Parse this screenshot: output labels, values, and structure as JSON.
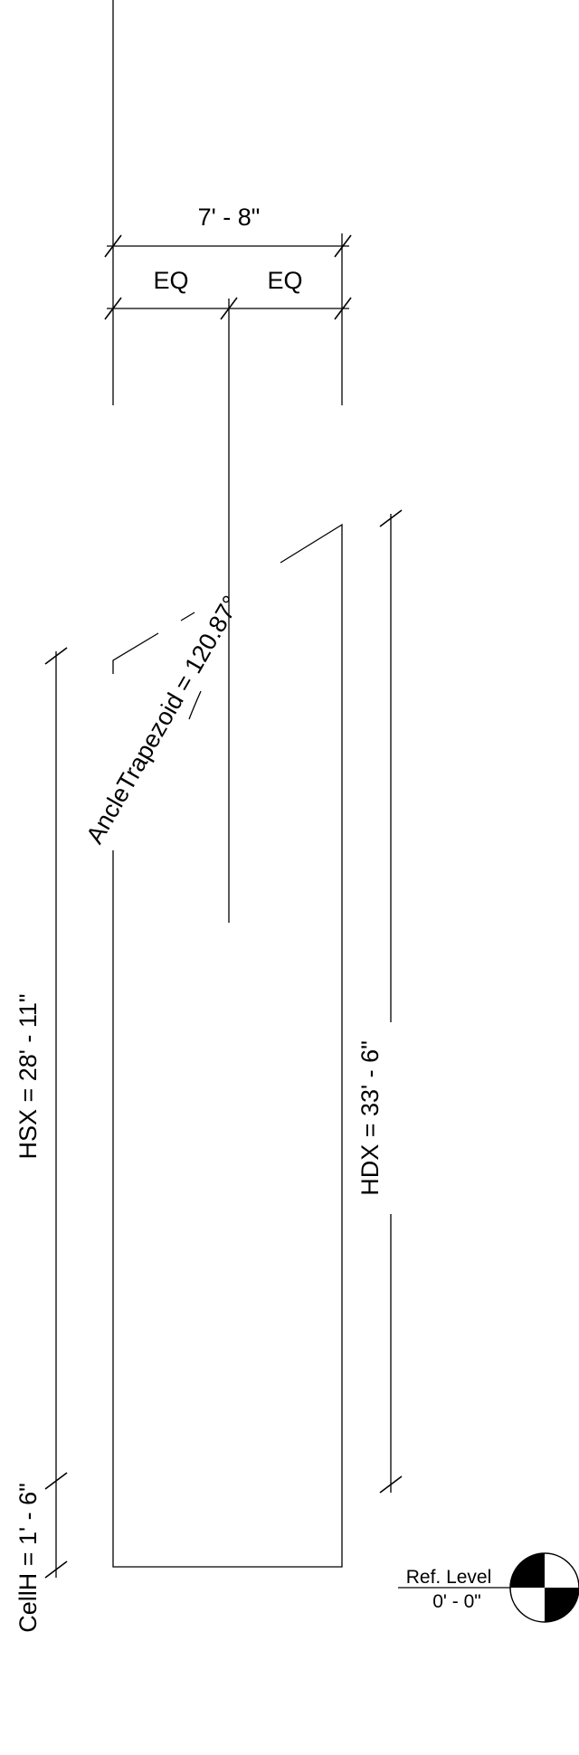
{
  "dimensions": {
    "overall_width": "7' - 8\"",
    "eq_left": "EQ",
    "eq_right": "EQ",
    "angle": "AncleTrapezoid = 120.87°",
    "hsx": "HSX = 28' - 11\"",
    "hdx": "HDX = 33' - 6\"",
    "cellh": "CellH = 1' - 6\""
  },
  "level": {
    "name": "Ref. Level",
    "elevation": "0' - 0\""
  }
}
